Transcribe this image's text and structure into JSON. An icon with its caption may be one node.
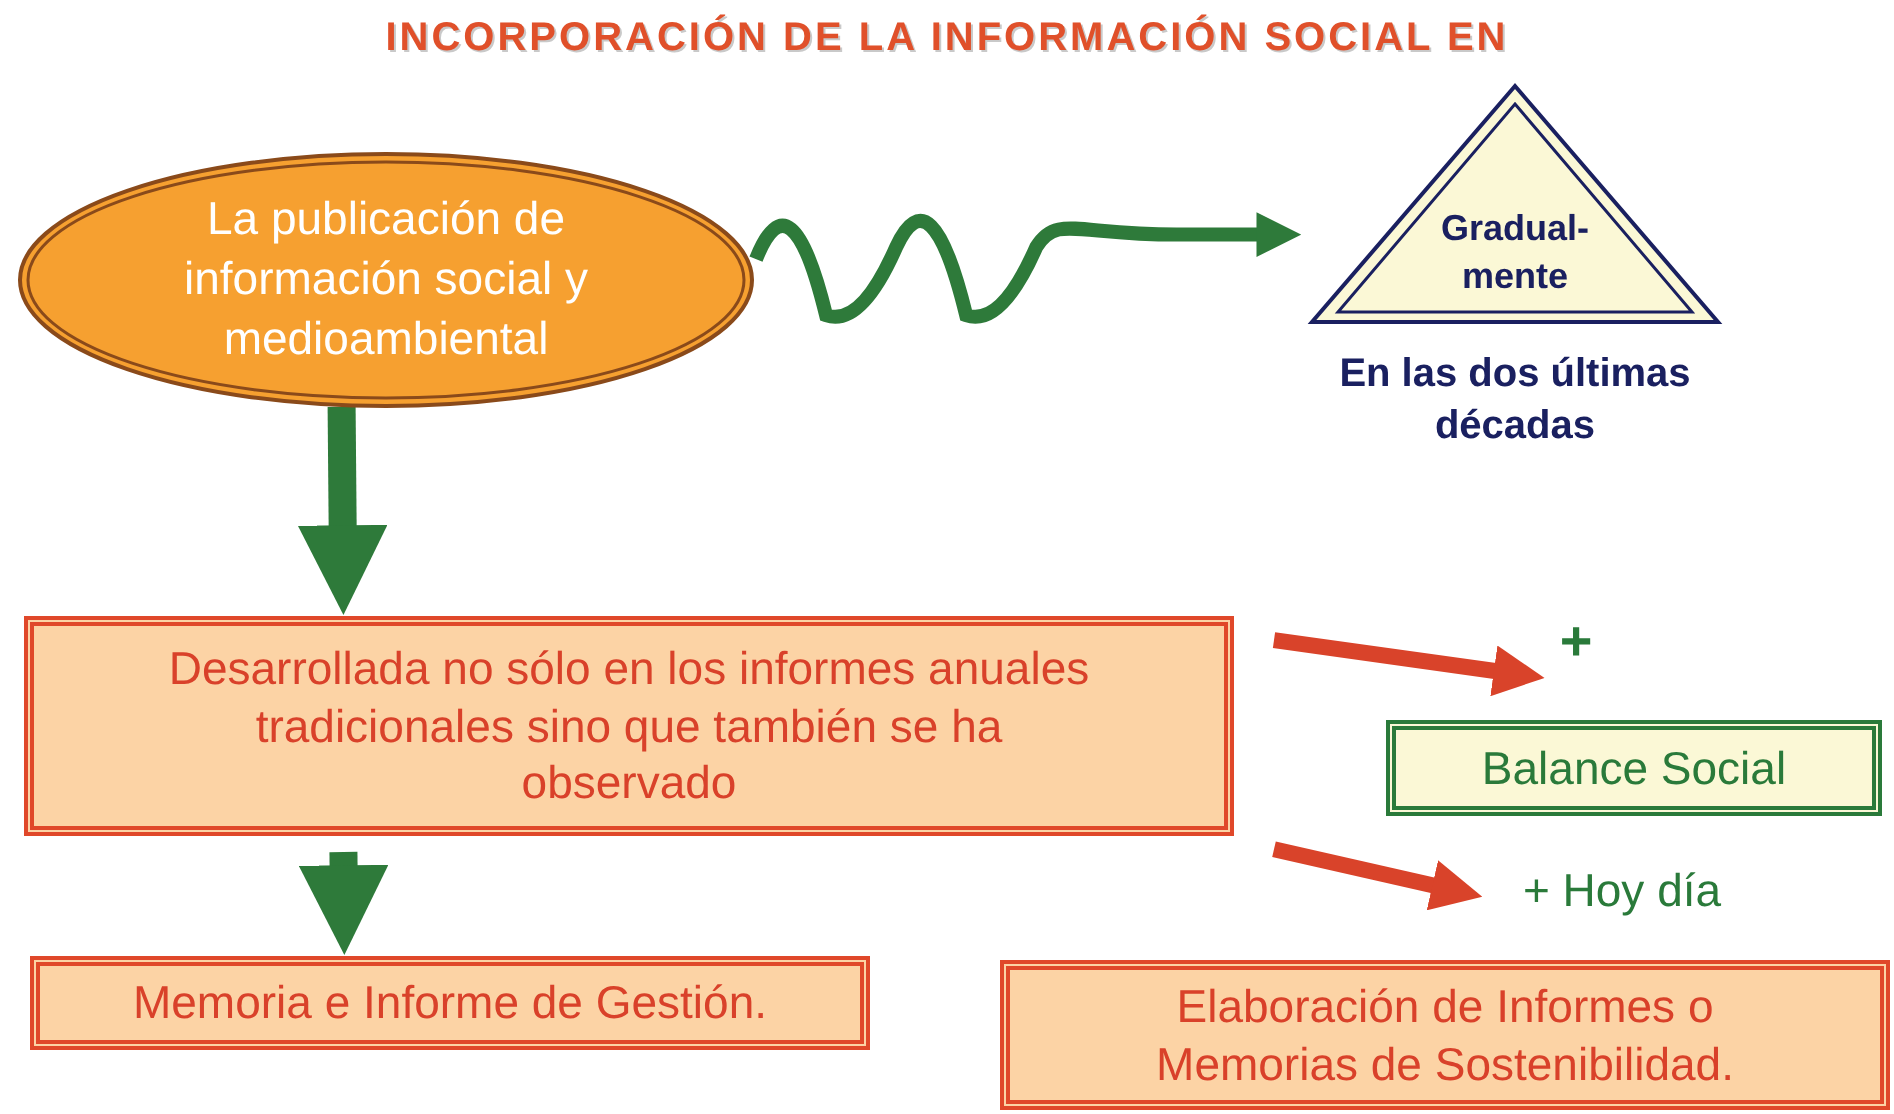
{
  "diagram": {
    "title": "INCORPORACIÓN DE LA INFORMACIÓN SOCIAL EN",
    "nodes": [
      {
        "text": [
          "La publicación de información social y medioambiental"
        ]
      },
      {
        "text": [
          "Gradual- mente"
        ],
        "beside": [
          "En las dos últimas décadas"
        ]
      },
      {
        "text": [
          "Desarrollada no sólo en los informes anuales tradicionales sino que también se ha observado"
        ]
      },
      {
        "text": [
          "Memoria e Informe de Gestión."
        ]
      },
      {
        "text": [
          "+"
        ]
      },
      {
        "text": [
          "Balance Social"
        ]
      },
      {
        "text": [
          "+ Hoy día"
        ]
      },
      {
        "text": [
          "Elaboración de Informes o Memorias de Sostenibilidad."
        ]
      }
    ],
    "edges": [
      {
        "from": 0,
        "to": 1,
        "arrow": "to"
      },
      {
        "from": 0,
        "to": 2,
        "arrow": "to"
      },
      {
        "from": 2,
        "to": 3,
        "arrow": "to"
      },
      {
        "from": 2,
        "to": 4,
        "arrow": "to",
        "color": "#d9432a"
      },
      {
        "from": 2,
        "to": 6,
        "arrow": "to",
        "color": "#d9432a"
      }
    ]
  }
}
